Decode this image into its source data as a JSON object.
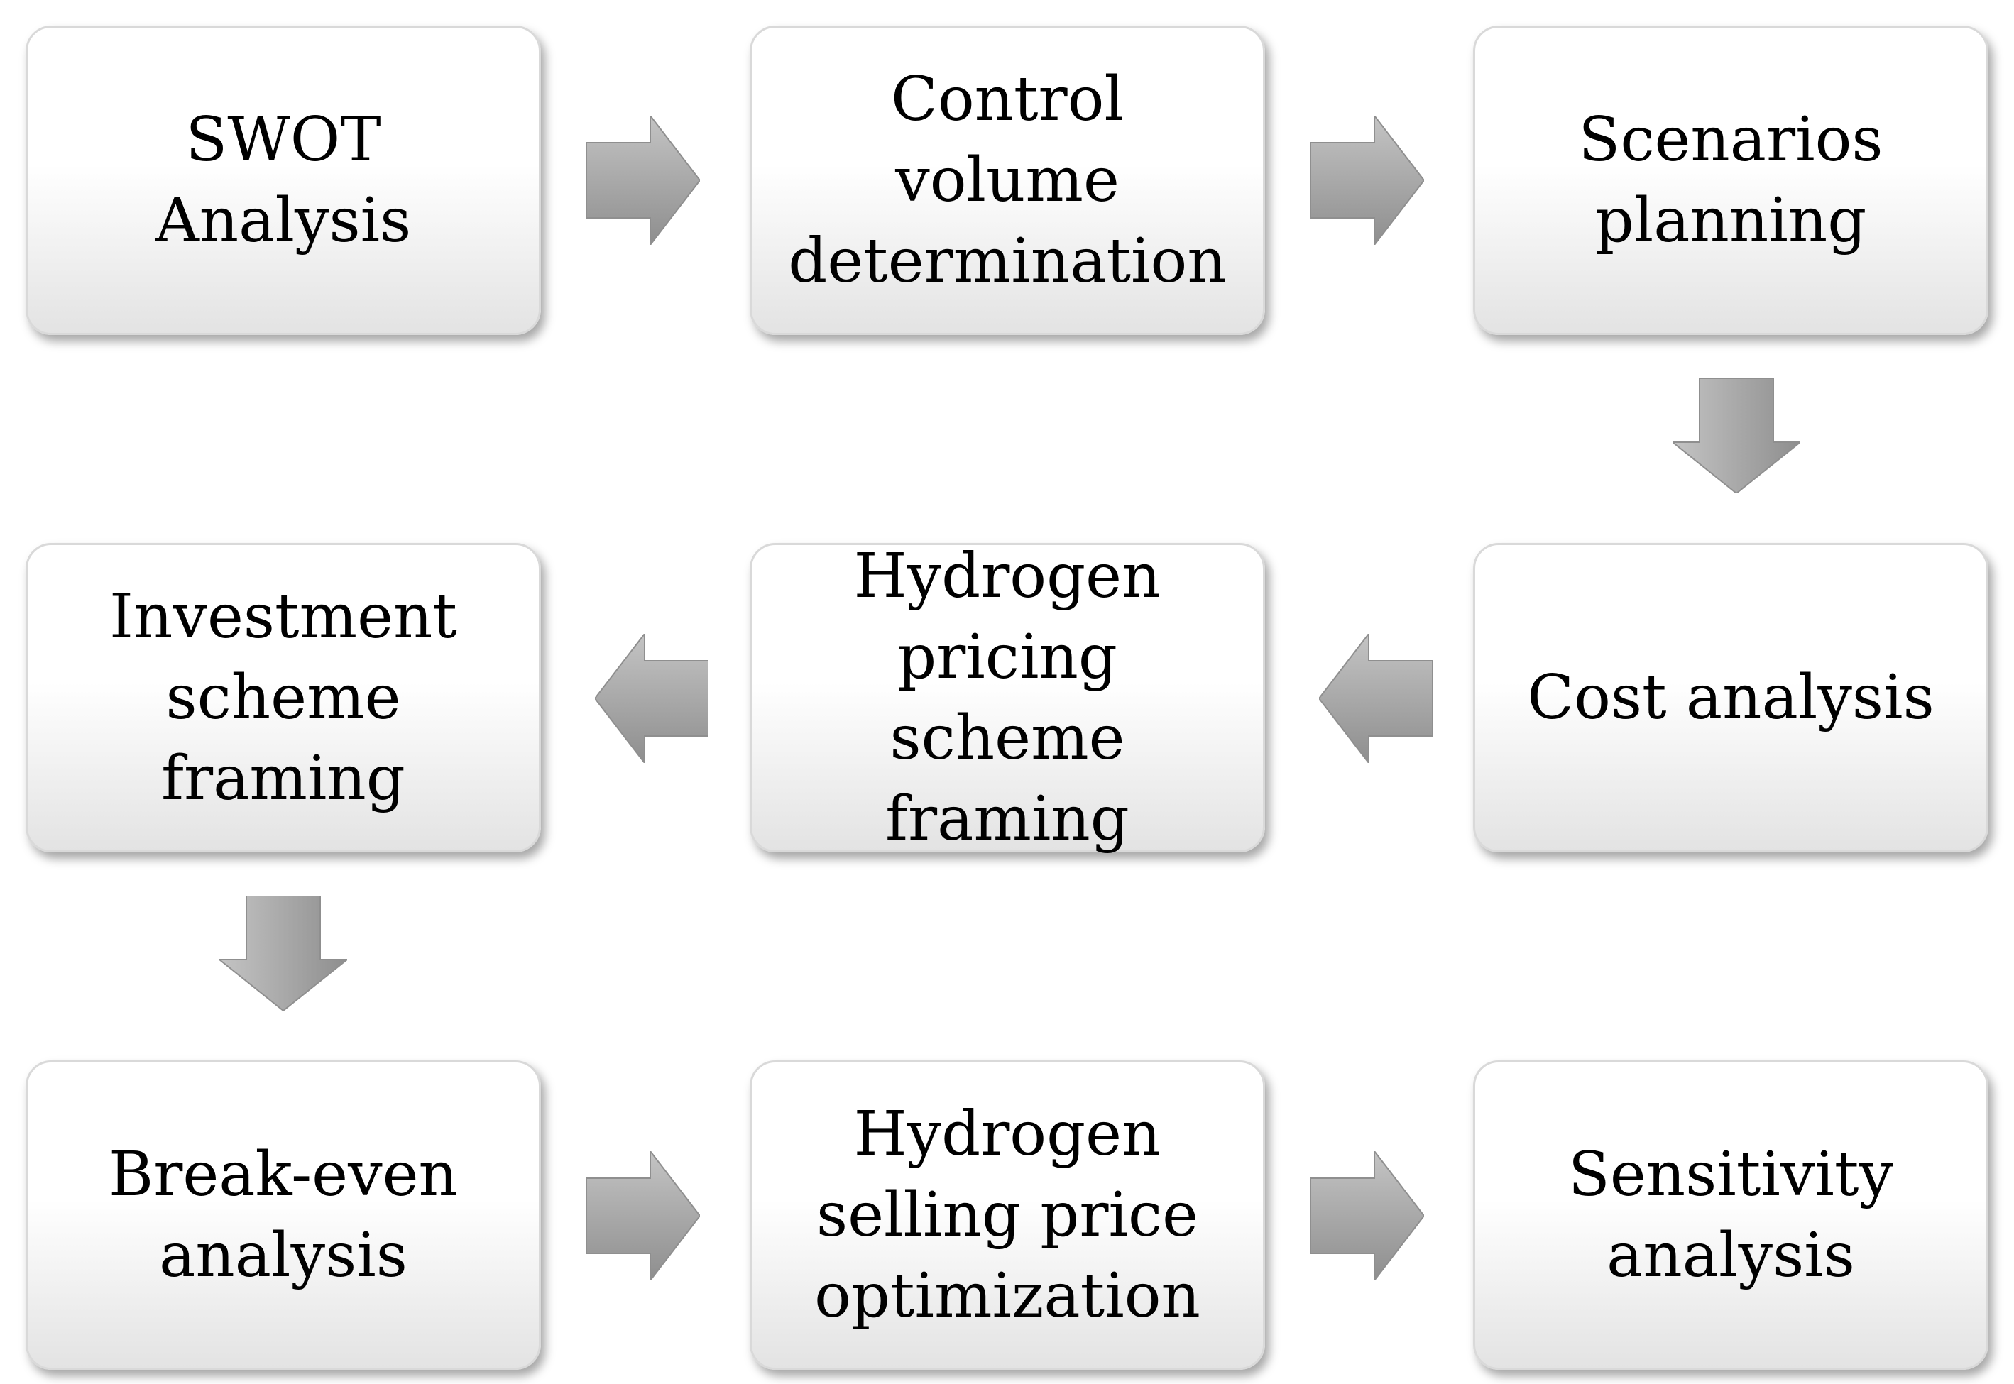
{
  "steps": [
    {
      "label": "SWOT\nAnalysis"
    },
    {
      "label": "Control\nvolume\ndetermination"
    },
    {
      "label": "Scenarios\nplanning"
    },
    {
      "label": "Cost analysis"
    },
    {
      "label": "Hydrogen\npricing scheme\nframing"
    },
    {
      "label": "Investment\nscheme\nframing"
    },
    {
      "label": "Break-even\nanalysis"
    },
    {
      "label": "Hydrogen\nselling price\noptimization"
    },
    {
      "label": "Sensitivity\nanalysis"
    }
  ],
  "colors": {
    "arrow": "#a6a6a6",
    "box_border": "#d9d9d9",
    "text": "#000000"
  }
}
